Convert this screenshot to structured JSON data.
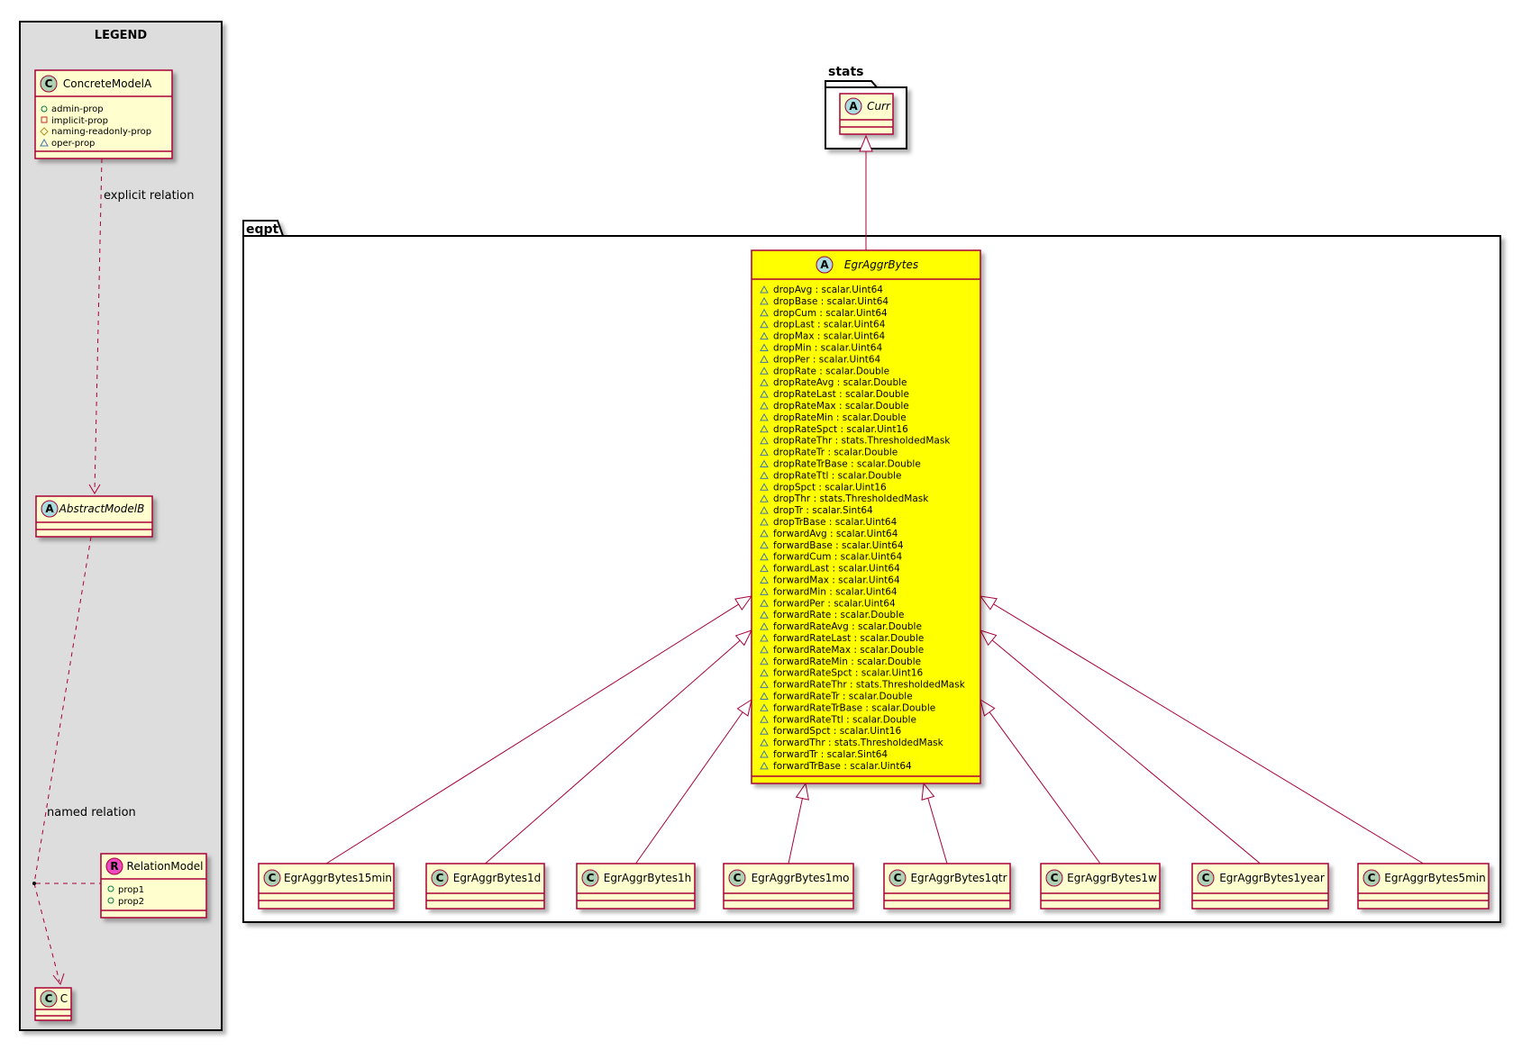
{
  "legend": {
    "title": "LEGEND",
    "concrete_model": {
      "stereotype": "C",
      "name": "ConcreteModelA",
      "props": [
        "admin-prop",
        "implicit-prop",
        "naming-readonly-prop",
        "oper-prop"
      ]
    },
    "explicit_relation_label": "explicit relation",
    "abstract_model": {
      "stereotype": "A",
      "name": "AbstractModelB"
    },
    "named_relation_label": "named relation",
    "relation_model": {
      "stereotype": "R",
      "name": "RelationModel",
      "props": [
        "prop1",
        "prop2"
      ]
    },
    "c_model": {
      "stereotype": "C",
      "name": "C"
    }
  },
  "stats_package": {
    "name": "stats",
    "curr": {
      "stereotype": "A",
      "name": "Curr"
    }
  },
  "eqpt_package": {
    "name": "eqpt",
    "main_class": {
      "stereotype": "A",
      "name": "EgrAggrBytes",
      "fill_color": "#FFFF00",
      "attributes": [
        "dropAvg : scalar.Uint64",
        "dropBase : scalar.Uint64",
        "dropCum : scalar.Uint64",
        "dropLast : scalar.Uint64",
        "dropMax : scalar.Uint64",
        "dropMin : scalar.Uint64",
        "dropPer : scalar.Uint64",
        "dropRate : scalar.Double",
        "dropRateAvg : scalar.Double",
        "dropRateLast : scalar.Double",
        "dropRateMax : scalar.Double",
        "dropRateMin : scalar.Double",
        "dropRateSpct : scalar.Uint16",
        "dropRateThr : stats.ThresholdedMask",
        "dropRateTr : scalar.Double",
        "dropRateTrBase : scalar.Double",
        "dropRateTtl : scalar.Double",
        "dropSpct : scalar.Uint16",
        "dropThr : stats.ThresholdedMask",
        "dropTr : scalar.Sint64",
        "dropTrBase : scalar.Uint64",
        "forwardAvg : scalar.Uint64",
        "forwardBase : scalar.Uint64",
        "forwardCum : scalar.Uint64",
        "forwardLast : scalar.Uint64",
        "forwardMax : scalar.Uint64",
        "forwardMin : scalar.Uint64",
        "forwardPer : scalar.Uint64",
        "forwardRate : scalar.Double",
        "forwardRateAvg : scalar.Double",
        "forwardRateLast : scalar.Double",
        "forwardRateMax : scalar.Double",
        "forwardRateMin : scalar.Double",
        "forwardRateSpct : scalar.Uint16",
        "forwardRateThr : stats.ThresholdedMask",
        "forwardRateTr : scalar.Double",
        "forwardRateTrBase : scalar.Double",
        "forwardRateTtl : scalar.Double",
        "forwardSpct : scalar.Uint16",
        "forwardThr : stats.ThresholdedMask",
        "forwardTr : scalar.Sint64",
        "forwardTrBase : scalar.Uint64"
      ]
    },
    "subclasses": [
      {
        "stereotype": "C",
        "name": "EgrAggrBytes15min"
      },
      {
        "stereotype": "C",
        "name": "EgrAggrBytes1d"
      },
      {
        "stereotype": "C",
        "name": "EgrAggrBytes1h"
      },
      {
        "stereotype": "C",
        "name": "EgrAggrBytes1mo"
      },
      {
        "stereotype": "C",
        "name": "EgrAggrBytes1qtr"
      },
      {
        "stereotype": "C",
        "name": "EgrAggrBytes1w"
      },
      {
        "stereotype": "C",
        "name": "EgrAggrBytes1year"
      },
      {
        "stereotype": "C",
        "name": "EgrAggrBytes5min"
      }
    ]
  },
  "colors": {
    "class_fill": "#FEFECE",
    "border": "#A80036",
    "legend_bg": "#DDDDDD",
    "circle_class": "#ADD1B2",
    "circle_abstract": "#A9DCDF",
    "circle_relation": "#EB4BBE"
  }
}
